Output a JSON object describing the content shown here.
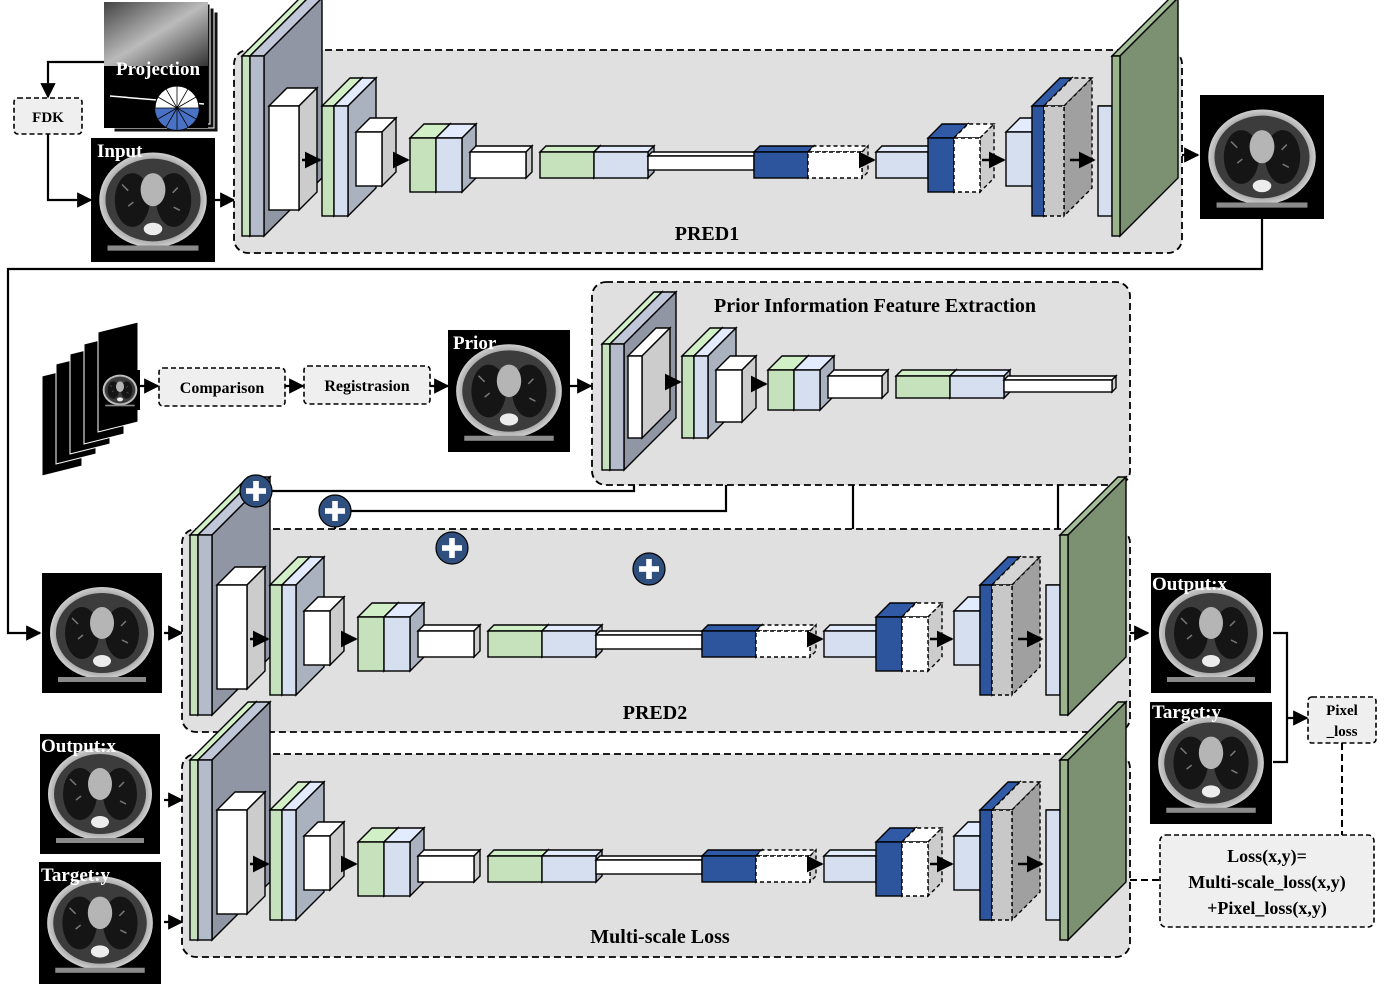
{
  "panels": {
    "pred1": "PRED1",
    "prior": "Prior Information Feature Extraction",
    "pred2": "PRED2",
    "multiscale": "Multi-scale Loss"
  },
  "boxes": {
    "fdk": "FDK",
    "comparison": "Comparison",
    "registration": "Registrasion",
    "pixel_loss_line1": "Pixel",
    "pixel_loss_line2": "_loss",
    "loss_line1": "Loss(x,y)=",
    "loss_line2": "Multi-scale_loss(x,y)",
    "loss_line3": "+Pixel_loss(x,y)"
  },
  "image_labels": {
    "projection": "Projection",
    "input": "Input",
    "prior": "Prior",
    "output_right": "Output:x",
    "target_right": "Target:y",
    "output_left": "Output:x",
    "target_left": "Target:y"
  },
  "colors": {
    "panel_fill": "#e0e0e0",
    "slate": "#b4bccc",
    "green": "#c5e2bd",
    "light_blue": "#d5dff0",
    "dark_blue": "#2d559d",
    "gray_box": "#c8c8c8",
    "big_green": "#9bb48e",
    "plus_fill": "#2f4f7f"
  }
}
